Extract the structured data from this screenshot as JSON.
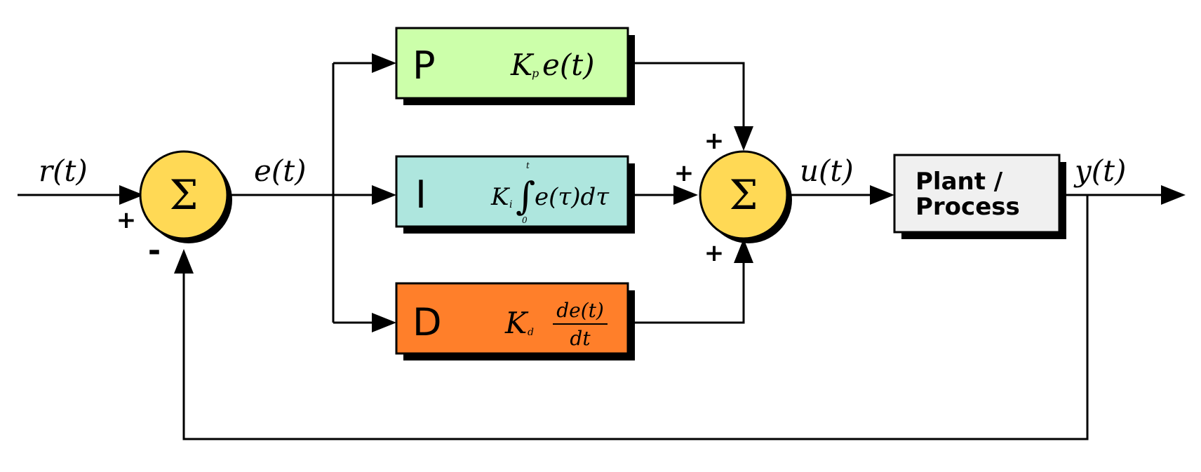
{
  "signals": {
    "reference": "r(t)",
    "error": "e(t)",
    "control": "u(t)",
    "output": "y(t)"
  },
  "summing_junctions": {
    "left": {
      "symbol": "Σ",
      "plus_sign": "+",
      "minus_sign": "-"
    },
    "right": {
      "symbol": "Σ",
      "top_sign": "+",
      "left_sign": "+",
      "bottom_sign": "+"
    }
  },
  "blocks": {
    "p": {
      "letter": "P",
      "gain_symbol": "K",
      "gain_subscript": "p",
      "expression": "e(t)",
      "fill": "#ccffaa"
    },
    "i": {
      "letter": "I",
      "gain_symbol": "K",
      "gain_subscript": "i",
      "integral_sign": "∫",
      "upper_limit": "t",
      "lower_limit": "0",
      "expression": "e(τ)dτ",
      "fill": "#aee6de"
    },
    "d": {
      "letter": "D",
      "gain_symbol": "K",
      "gain_subscript": "d",
      "numerator": "de(t)",
      "denominator": "dt",
      "fill": "#ff7f2a"
    },
    "plant": {
      "line1": "Plant /",
      "line2": "Process",
      "fill": "#f0f0f0"
    }
  },
  "colors": {
    "summing_fill": "#ffd955",
    "shadow": "#000000",
    "line": "#000000"
  }
}
